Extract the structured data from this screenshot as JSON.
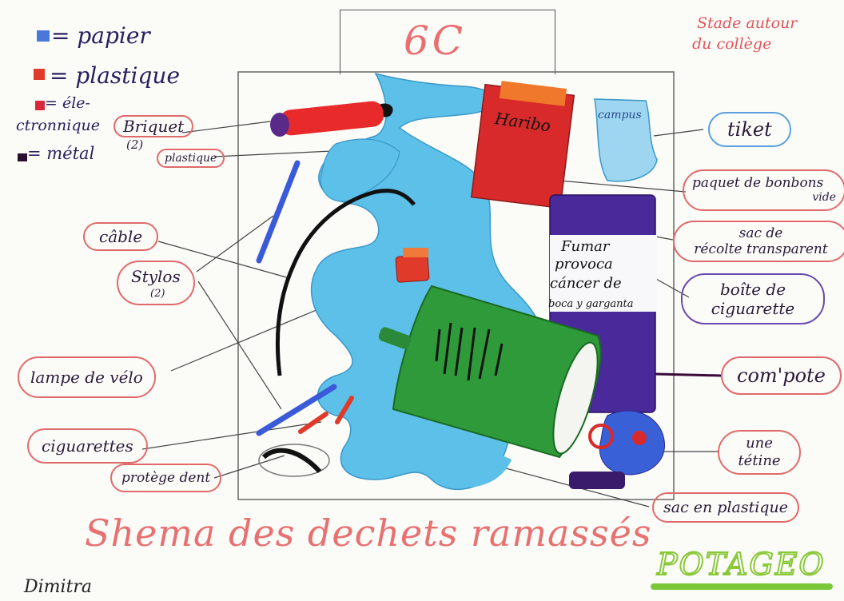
{
  "header": {
    "class_label": "6C",
    "location": [
      "Stade autour",
      "du collège"
    ]
  },
  "legend": {
    "items": [
      {
        "label": "= papier",
        "color": "#4a78d8"
      },
      {
        "label": "= plastique",
        "color": "#e03a2a"
      },
      {
        "label": "= éle-",
        "label2": "ctronnique",
        "color": "#d8283a"
      },
      {
        "label": "= métal",
        "color": "#2a1030"
      }
    ]
  },
  "labels": {
    "briquet": "Briquet",
    "briquet_count": "(2)",
    "briquet_material": "plastique",
    "cable": "câble",
    "stylos": "Stylos",
    "stylos_count": "(2)",
    "lampe": "lampe de vélo",
    "cigarettes": "ciguarettes",
    "protege": "protège dent",
    "ticket": "tiket",
    "paquet_line1": "paquet de bonbons",
    "paquet_line2": "vide",
    "sac_line1": "sac de",
    "sac_line2": "récolte transparent",
    "boite_line1": "boîte de",
    "boite_line2": "ciguarette",
    "compote": "com'pote",
    "tetine_line1": "une",
    "tetine_line2": "tétine",
    "sac_plastique": "sac en plastique"
  },
  "items": {
    "haribo": "Haribo",
    "ticket_text": "campus",
    "pack_text": [
      "Fumar",
      "provoca",
      "cáncer de",
      "boca y garganta"
    ]
  },
  "footer": {
    "title": "Shema des dechets ramassés",
    "author": "Dimitra",
    "stamp": "POTAGEO"
  },
  "colors": {
    "red_ink": "#e0565a",
    "dark_ink": "#2a1a3a",
    "blue": "#5cc0e8",
    "green": "#2f9a3a",
    "purple": "#4a2a9a"
  }
}
